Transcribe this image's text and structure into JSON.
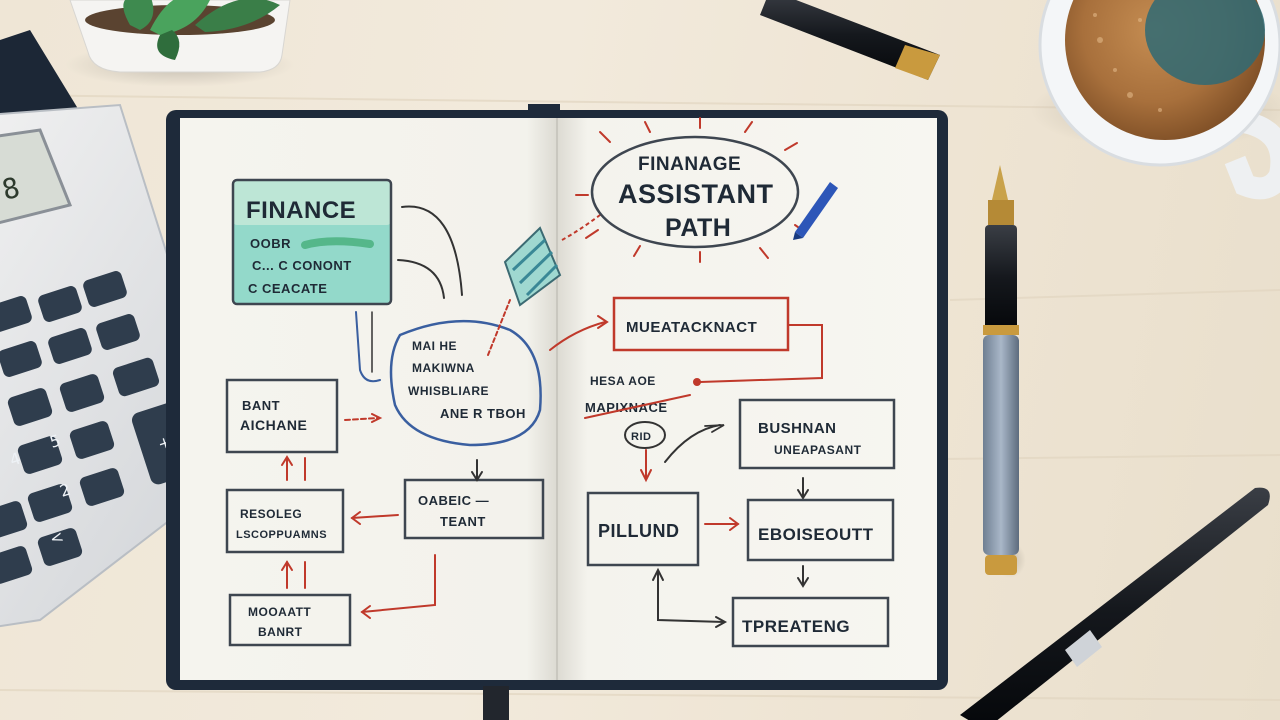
{
  "notebook": {
    "left_page": {
      "finance_box": {
        "title": "FINANCE",
        "lines": [
          "OOBR",
          "C... C CONONT",
          "C CEACATE"
        ]
      },
      "bubble": {
        "lines": [
          "MAI HE",
          "MAKIWNA",
          "WHISBLIARE",
          "ANE R TBOH"
        ]
      },
      "box_bank": {
        "lines": [
          "BANT",
          "AICHANE"
        ]
      },
      "box_resign": {
        "lines": [
          "RESOLEG",
          "LSCOPPUAMNS"
        ]
      },
      "box_oabeic": {
        "lines": [
          "OABEIC —",
          "TEANT"
        ]
      },
      "box_aroatt": {
        "lines": [
          "MOOAATT",
          "BANRT"
        ]
      }
    },
    "right_page": {
      "title": {
        "lines": [
          "FINANAGE",
          "ASSISTANT",
          "PATH"
        ]
      },
      "box_muastack": {
        "text": "MUEATACKNACT"
      },
      "note_hesaw": {
        "lines": [
          "HESA  AOE",
          "MAPIXNACE"
        ]
      },
      "note_ri": {
        "text": "RID"
      },
      "box_bushnan": {
        "lines": [
          "BUSHNAN",
          "UNEAPASANT"
        ]
      },
      "box_allund": {
        "text": "PILLUND"
      },
      "box_eboser": {
        "text": "EBOISEOUTT"
      },
      "box_tprex": {
        "text": "TPREATENG"
      }
    }
  },
  "colors": {
    "desk": "#efe6d6",
    "ink": "#1f2a36",
    "red_ink": "#c0392b",
    "teal_fill": "#7ecfc0",
    "notebook_cover": "#1e2a3a",
    "paper": "#f7f6f1"
  }
}
